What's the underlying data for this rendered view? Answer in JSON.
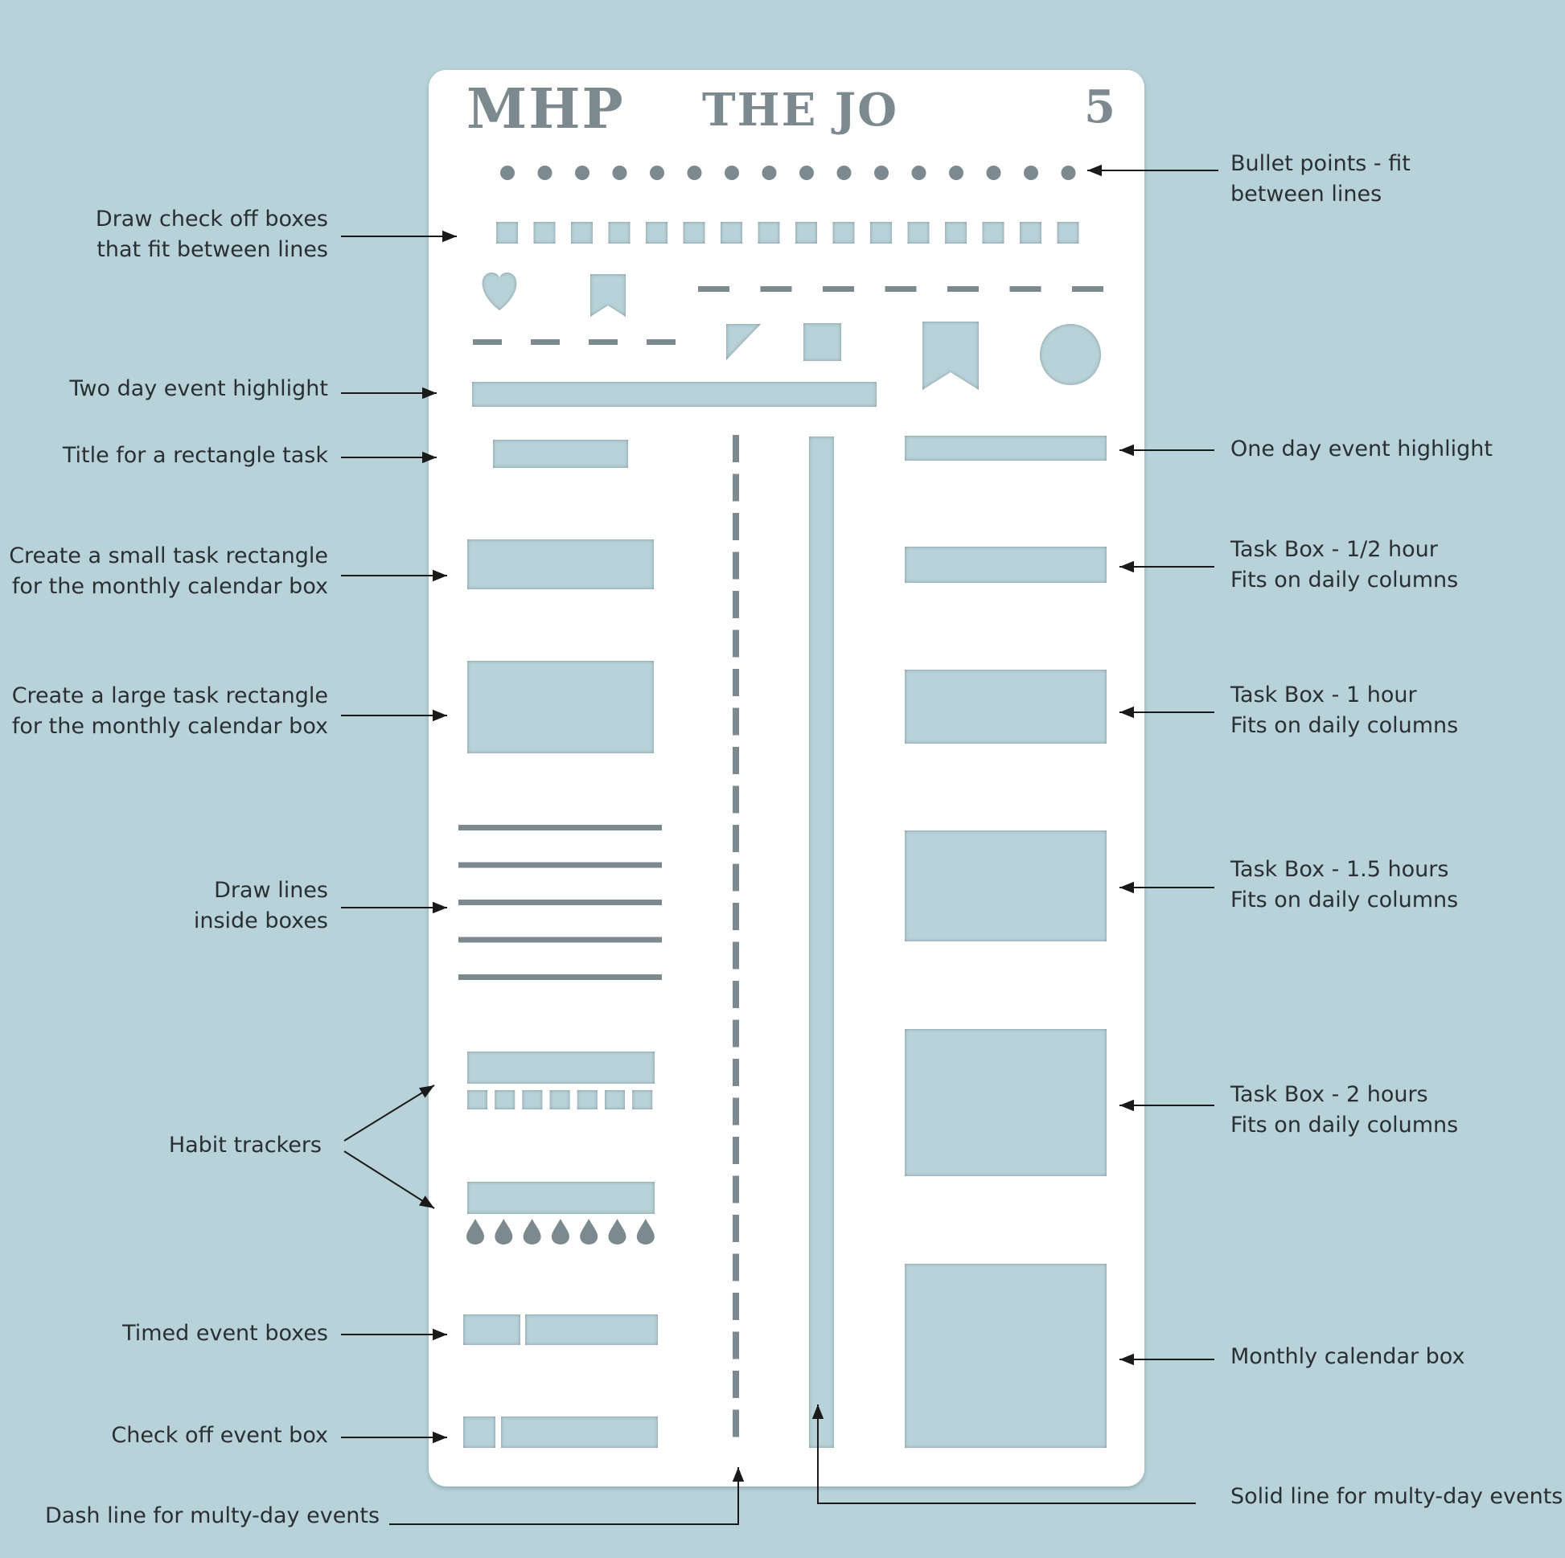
{
  "stencil": {
    "header_left": "MHP",
    "header_center": "THE JO",
    "header_right": "5",
    "colors": {
      "background": "#b8d2d9",
      "stencil_card": "#ffffff",
      "cutout": "#b8d2d9",
      "cutout_shadow": "#7c8c92",
      "text": "#2a2f33"
    },
    "shapes": [
      {
        "name": "bullet-points-row",
        "icon": "dot-icon",
        "count": 16
      },
      {
        "name": "check-off-boxes-row",
        "icon": "square-icon",
        "count": 16
      },
      {
        "name": "heart-cutout",
        "icon": "heart-icon"
      },
      {
        "name": "bookmark-cutout",
        "icon": "bookmark-icon"
      },
      {
        "name": "dashes-row-top",
        "icon": "dash-icon",
        "count": 7
      },
      {
        "name": "dashes-row-left",
        "icon": "dash-icon",
        "count": 4
      },
      {
        "name": "corner-triangle-cutout",
        "icon": "triangle-icon"
      },
      {
        "name": "small-square-cutout",
        "icon": "square-icon"
      },
      {
        "name": "large-bookmark-cutout",
        "icon": "bookmark-icon"
      },
      {
        "name": "circle-cutout",
        "icon": "circle-icon"
      },
      {
        "name": "drop-row",
        "icon": "drop-icon",
        "count": 7
      },
      {
        "name": "habit-squares-row",
        "icon": "square-icon",
        "count": 7
      }
    ]
  },
  "annotations": {
    "left": [
      {
        "key": "check_boxes",
        "lines": [
          "Draw check off boxes",
          "that fit between lines"
        ]
      },
      {
        "key": "two_day",
        "lines": [
          "Two day event highlight"
        ]
      },
      {
        "key": "title_rect",
        "lines": [
          "Title for  a rectangle task"
        ]
      },
      {
        "key": "small_task",
        "lines": [
          "Create a small task rectangle",
          "for the monthly calendar box"
        ]
      },
      {
        "key": "large_task",
        "lines": [
          "Create a large task rectangle",
          "for the monthly calendar box"
        ]
      },
      {
        "key": "draw_lines",
        "lines": [
          "Draw lines",
          "inside boxes"
        ]
      },
      {
        "key": "habit",
        "lines": [
          "Habit trackers"
        ]
      },
      {
        "key": "timed",
        "lines": [
          "Timed event boxes"
        ]
      },
      {
        "key": "check_event",
        "lines": [
          "Check off event box"
        ]
      },
      {
        "key": "dash_line",
        "lines": [
          "Dash line for multy-day events"
        ]
      }
    ],
    "right": [
      {
        "key": "bullets",
        "lines": [
          "Bullet points - fit",
          "between lines"
        ]
      },
      {
        "key": "one_day",
        "lines": [
          "One day event highlight"
        ]
      },
      {
        "key": "half_hour",
        "lines": [
          "Task Box - 1/2 hour",
          "Fits on daily columns"
        ]
      },
      {
        "key": "one_hour",
        "lines": [
          "Task Box - 1 hour",
          "Fits on daily columns"
        ]
      },
      {
        "key": "one_half_hours",
        "lines": [
          "Task Box - 1.5 hours",
          "Fits on daily columns"
        ]
      },
      {
        "key": "two_hours",
        "lines": [
          "Task Box - 2 hours",
          "Fits on daily columns"
        ]
      },
      {
        "key": "monthly",
        "lines": [
          "Monthly calendar box"
        ]
      },
      {
        "key": "solid_line",
        "lines": [
          "Solid line for multy-day events"
        ]
      }
    ]
  }
}
